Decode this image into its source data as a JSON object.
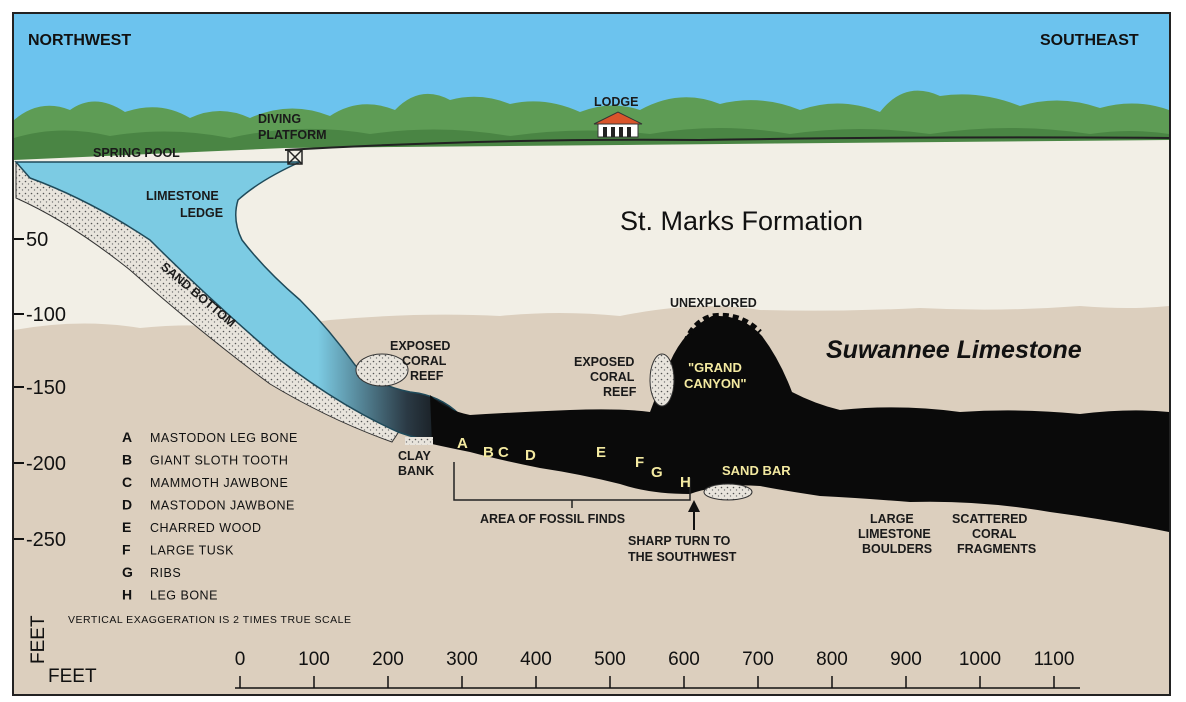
{
  "directions": {
    "west": "NORTHWEST",
    "east": "SOUTHEAST"
  },
  "formations": {
    "upper": "St. Marks Formation",
    "lower": "Suwannee Limestone"
  },
  "surface_labels": {
    "spring_pool": "SPRING POOL",
    "diving_platform": [
      "DIVING",
      "PLATFORM"
    ],
    "lodge": "LODGE"
  },
  "feature_labels": {
    "limestone_ledge": [
      "LIMESTONE",
      "LEDGE"
    ],
    "sand_bottom": "SAND BOTTOM",
    "exposed_coral_reef_1": [
      "EXPOSED",
      "CORAL",
      "REEF"
    ],
    "exposed_coral_reef_2": [
      "EXPOSED",
      "CORAL",
      "REEF"
    ],
    "unexplored": "UNEXPLORED",
    "grand_canyon": [
      "\"GRAND",
      "CANYON\""
    ],
    "clay_bank": [
      "CLAY",
      "BANK"
    ],
    "sand_bar": "SAND BAR",
    "area_of_fossil_finds": "AREA OF FOSSIL FINDS",
    "sharp_turn": [
      "SHARP TURN TO",
      "THE SOUTHWEST"
    ],
    "large_boulders": [
      "LARGE",
      "LIMESTONE",
      "BOULDERS"
    ],
    "scattered_coral": [
      "SCATTERED",
      "CORAL",
      "FRAGMENTS"
    ]
  },
  "fossil_markers": [
    "A",
    "B",
    "C",
    "D",
    "E",
    "F",
    "G",
    "H"
  ],
  "legend": [
    {
      "letter": "A",
      "text": "MASTODON LEG BONE"
    },
    {
      "letter": "B",
      "text": "GIANT SLOTH TOOTH"
    },
    {
      "letter": "C",
      "text": "MAMMOTH JAWBONE"
    },
    {
      "letter": "D",
      "text": "MASTODON JAWBONE"
    },
    {
      "letter": "E",
      "text": "CHARRED WOOD"
    },
    {
      "letter": "F",
      "text": "LARGE TUSK"
    },
    {
      "letter": "G",
      "text": "RIBS"
    },
    {
      "letter": "H",
      "text": "LEG BONE"
    }
  ],
  "note": "VERTICAL EXAGGERATION IS 2 TIMES TRUE SCALE",
  "depth_axis": {
    "label": "FEET",
    "ticks": [
      "50",
      "-100",
      "-150",
      "-200",
      "-250"
    ]
  },
  "distance_axis": {
    "label": "FEET",
    "ticks": [
      "0",
      "100",
      "200",
      "300",
      "400",
      "500",
      "600",
      "700",
      "800",
      "900",
      "1000",
      "1100"
    ]
  },
  "colors": {
    "sky": "#6cc3ee",
    "upper_rock": "#f2efe6",
    "lower_rock": "#dccfbe",
    "water": "#7ccbe3",
    "cave": "#0a0a0a",
    "trees": "#5a9a52"
  }
}
